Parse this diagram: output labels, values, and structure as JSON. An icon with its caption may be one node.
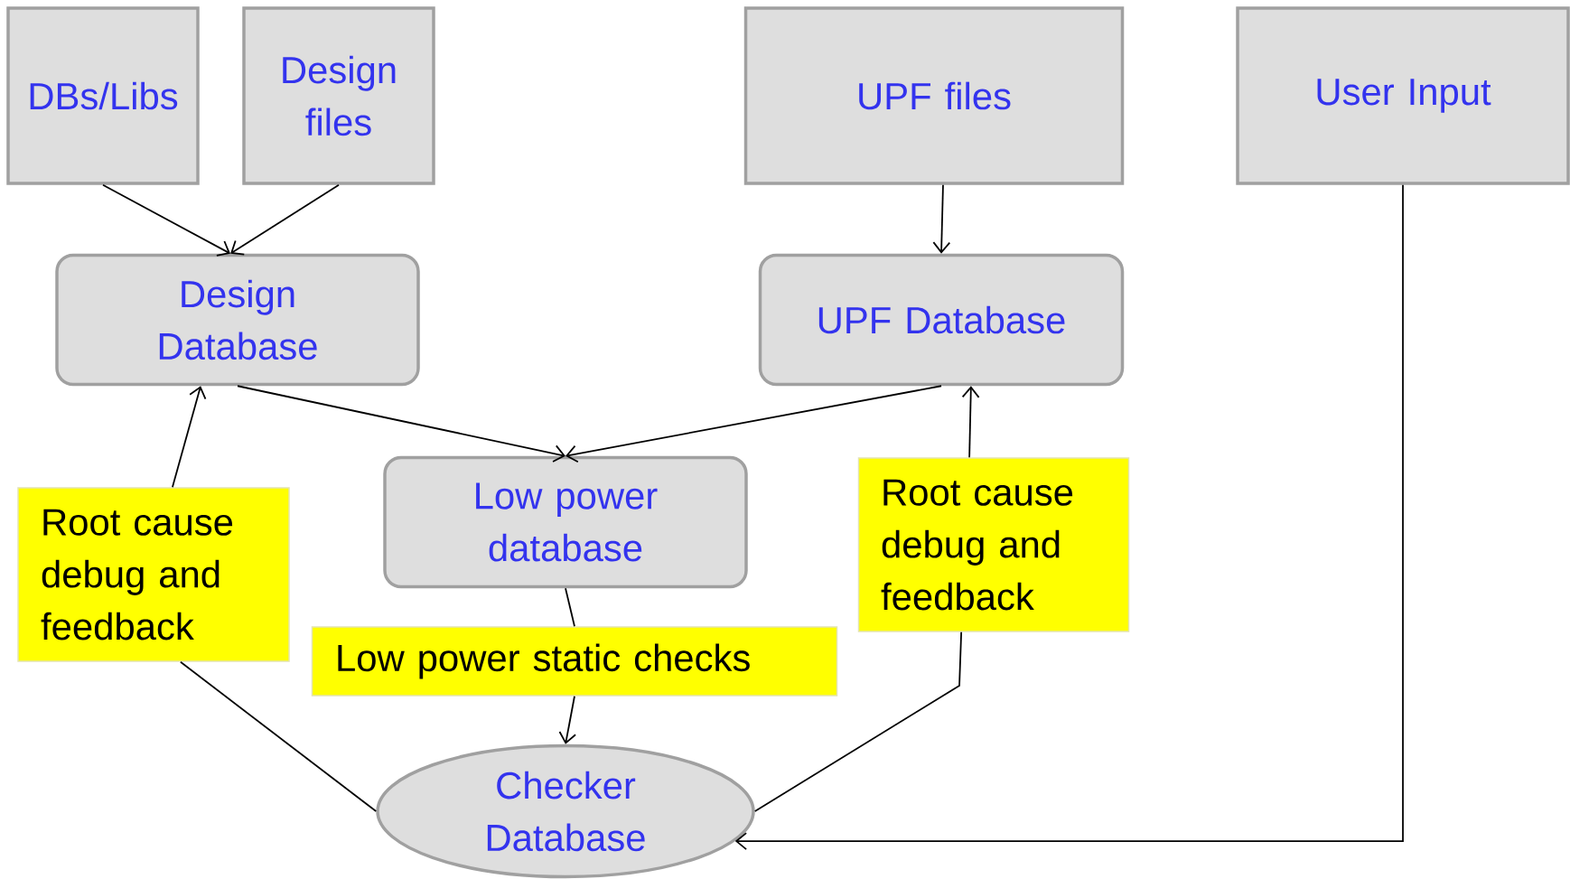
{
  "diagram": {
    "nodes": [
      {
        "text": [
          "DBs/Libs"
        ]
      },
      {
        "text": [
          "Design files"
        ]
      },
      {
        "text": [
          "UPF files"
        ]
      },
      {
        "text": [
          "User Input"
        ]
      },
      {
        "text": [
          "Design Database"
        ]
      },
      {
        "text": [
          "UPF Database"
        ]
      },
      {
        "text": [
          "Low power database"
        ]
      },
      {
        "text": [
          "Root cause debug and feedback"
        ]
      },
      {
        "text": [
          "Low power static checks"
        ]
      },
      {
        "text": [
          "Root cause debug and feedback"
        ]
      },
      {
        "text": [
          "Checker Database"
        ]
      }
    ],
    "edges": [
      {
        "from": 0,
        "to": 4,
        "arrow": "to"
      },
      {
        "from": 1,
        "to": 4,
        "arrow": "to"
      },
      {
        "from": 2,
        "to": 5,
        "arrow": "to"
      },
      {
        "from": 4,
        "to": 6,
        "arrow": "to"
      },
      {
        "from": 5,
        "to": 6,
        "arrow": "to"
      },
      {
        "from": 6,
        "to": 8,
        "arrow": "none"
      },
      {
        "from": 8,
        "to": 10,
        "arrow": "to"
      },
      {
        "from": 10,
        "to": 7,
        "arrow": "none"
      },
      {
        "from": 7,
        "to": 4,
        "arrow": "to"
      },
      {
        "from": 10,
        "to": 9,
        "arrow": "none"
      },
      {
        "from": 9,
        "to": 5,
        "arrow": "to"
      },
      {
        "from": 3,
        "to": 10,
        "arrow": "to"
      }
    ]
  }
}
